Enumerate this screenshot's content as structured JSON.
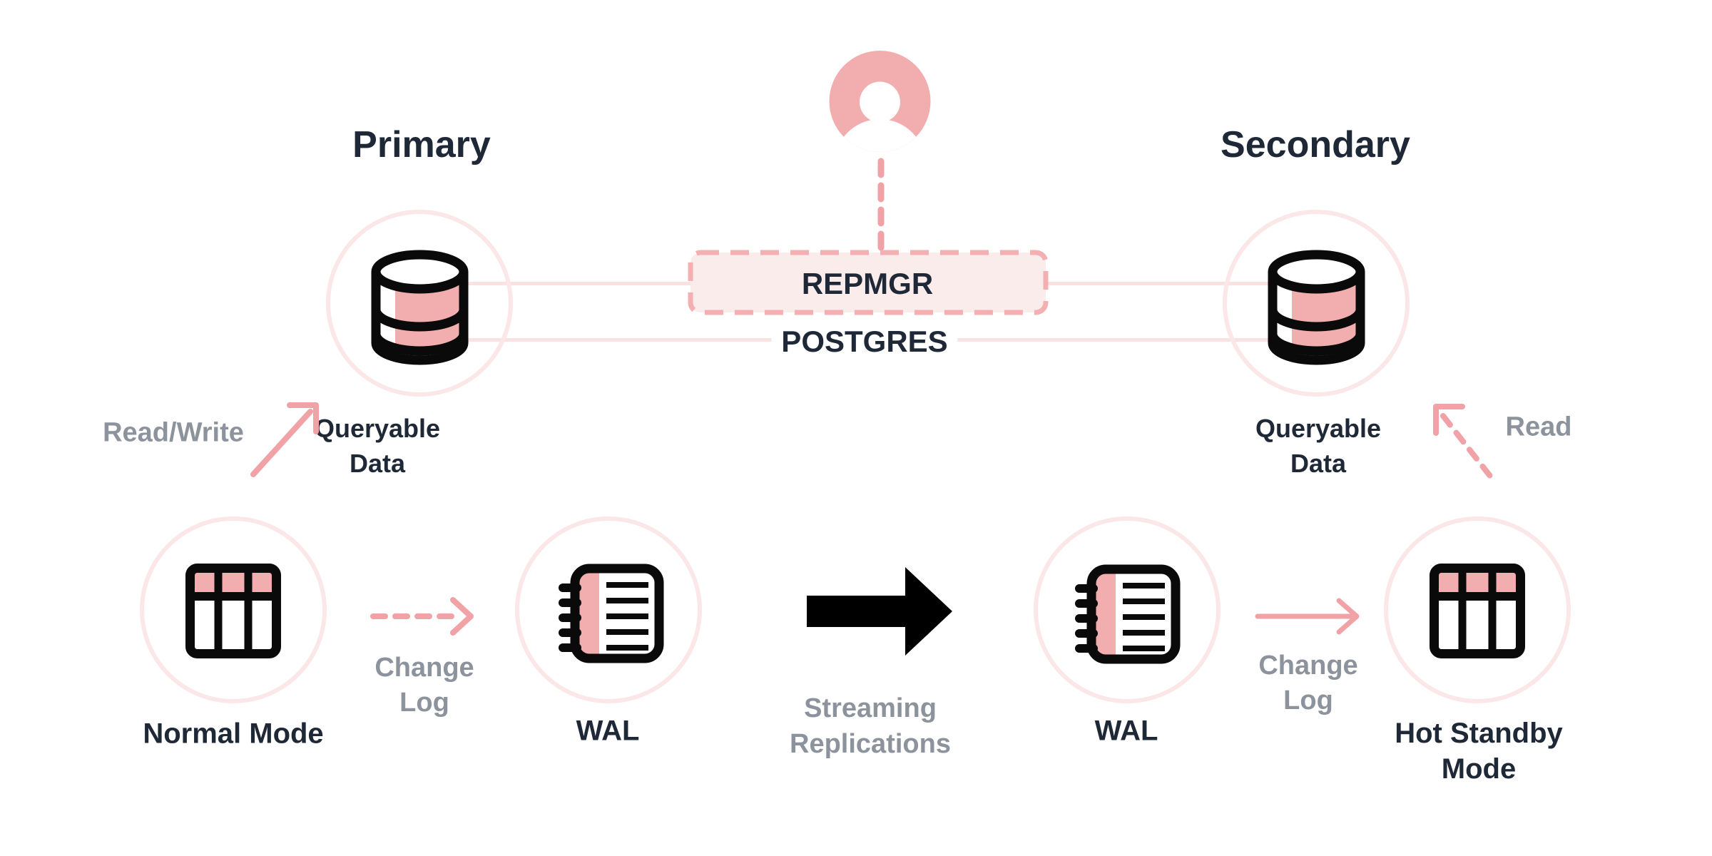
{
  "headings": {
    "primary": "Primary",
    "secondary": "Secondary"
  },
  "center": {
    "repmgr": "REPMGR",
    "postgres": "POSTGRES",
    "streaming_line1": "Streaming",
    "streaming_line2": "Replications"
  },
  "primary": {
    "queryable_line1": "Queryable",
    "queryable_line2": "Data",
    "read_write": "Read/Write",
    "mode": "Normal Mode",
    "change_line1": "Change",
    "change_line2": "Log",
    "wal": "WAL"
  },
  "secondary": {
    "queryable_line1": "Queryable",
    "queryable_line2": "Data",
    "read": "Read",
    "wal": "WAL",
    "change_line1": "Change",
    "change_line2": "Log",
    "mode_line1": "Hot Standby",
    "mode_line2": "Mode"
  },
  "icons": {
    "user": "user-icon",
    "database": "database-icon",
    "table": "table-icon",
    "notebook": "notebook-icon",
    "streaming_arrow": "arrow-right-icon",
    "read_write_arrow": "arrow-up-right-icon",
    "read_arrow": "arrow-up-left-dashed-icon",
    "change_log_arrow_dashed": "arrow-right-dashed-icon",
    "change_log_arrow_solid": "arrow-right-icon"
  },
  "colors": {
    "accent_pink": "#F0A2A6",
    "icon_fill_pink": "#F2ADAF",
    "pale_circle": "#FBE7E7",
    "connector_line": "#FAE2E2",
    "repmgr_fill": "#FBECEC",
    "repmgr_border": "#F3AFB1",
    "navy_text": "#1F2836",
    "gray_text": "#8C939C",
    "icon_stroke": "#0A0A0A",
    "black_arrow": "#000000"
  }
}
